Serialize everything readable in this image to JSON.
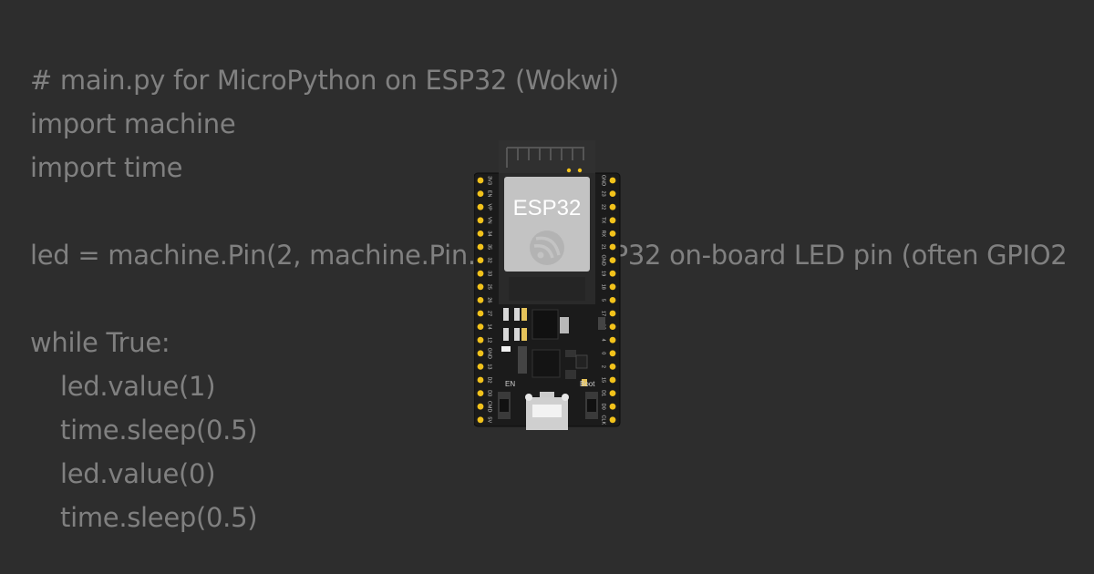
{
  "code": {
    "lines": [
      {
        "text": "# main.py for MicroPython on ESP32 (Wokwi)",
        "indent": false
      },
      {
        "text": "import machine",
        "indent": false
      },
      {
        "text": "import time",
        "indent": false
      },
      {
        "text": "",
        "indent": false
      },
      {
        "text": "led = machine.Pin(2, machine.Pin.OUT) # ESP32 on-board LED pin (often GPIO2)",
        "indent": false
      },
      {
        "text": "",
        "indent": false
      },
      {
        "text": "while True:",
        "indent": false
      },
      {
        "text": "led.value(1)",
        "indent": true
      },
      {
        "text": "time.sleep(0.5)",
        "indent": true
      },
      {
        "text": "led.value(0)",
        "indent": true
      },
      {
        "text": "time.sleep(0.5)",
        "indent": true
      }
    ]
  },
  "board": {
    "chip_label": "ESP32",
    "en_label": "EN",
    "boot_label": "Boot",
    "left_pins": [
      "3V3",
      "EN",
      "VP",
      "VN",
      "34",
      "35",
      "32",
      "33",
      "25",
      "26",
      "27",
      "14",
      "12",
      "GND",
      "13",
      "D2",
      "D3",
      "CMD",
      "5V"
    ],
    "right_pins": [
      "GND",
      "23",
      "22",
      "TX",
      "RX",
      "21",
      "GND",
      "19",
      "18",
      "5",
      "17",
      "16",
      "4",
      "0",
      "2",
      "15",
      "D1",
      "D0",
      "CLK"
    ],
    "colors": {
      "pcb": "#1b1b1b",
      "shield": "#c3c3c3",
      "pin": "#f2c21b",
      "code_text": "#808080"
    }
  }
}
